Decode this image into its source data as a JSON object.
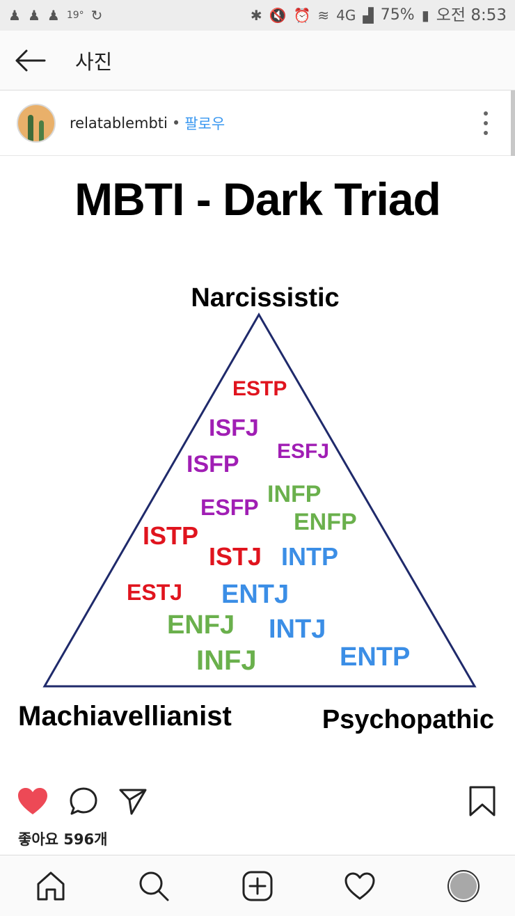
{
  "status_bar": {
    "temperature": "19°",
    "battery": "75%",
    "time": "오전 8:53",
    "network": "4G"
  },
  "app_bar": {
    "title": "사진"
  },
  "post": {
    "username": "relatablembti",
    "separator": "•",
    "follow_label": "팔로우",
    "likes": "좋아요 596개"
  },
  "image": {
    "title": "MBTI - Dark Triad",
    "corner_labels": {
      "top": "Narcissistic",
      "bottom_left": "Machiavellianist",
      "bottom_right": "Psychopathic"
    },
    "types": [
      {
        "label": "ESTP",
        "color": "#e0141e"
      },
      {
        "label": "ISFJ",
        "color": "#a01eb4"
      },
      {
        "label": "ESFJ",
        "color": "#a01eb4"
      },
      {
        "label": "ISFP",
        "color": "#a01eb4"
      },
      {
        "label": "INFP",
        "color": "#6ab04c"
      },
      {
        "label": "ESFP",
        "color": "#a01eb4"
      },
      {
        "label": "ENFP",
        "color": "#6ab04c"
      },
      {
        "label": "ISTP",
        "color": "#e0141e"
      },
      {
        "label": "ISTJ",
        "color": "#e0141e"
      },
      {
        "label": "INTP",
        "color": "#3b8ee6"
      },
      {
        "label": "ESTJ",
        "color": "#e0141e"
      },
      {
        "label": "ENTJ",
        "color": "#3b8ee6"
      },
      {
        "label": "ENFJ",
        "color": "#6ab04c"
      },
      {
        "label": "INTJ",
        "color": "#3b8ee6"
      },
      {
        "label": "ENTP",
        "color": "#3b8ee6"
      },
      {
        "label": "INFJ",
        "color": "#6ab04c"
      }
    ],
    "triangle_color": "#1f2a6b"
  },
  "icons": {
    "like": "heart-icon",
    "comment": "comment-icon",
    "share": "send-icon",
    "save": "bookmark-icon",
    "nav": [
      "home-icon",
      "search-icon",
      "add-post-icon",
      "activity-heart-icon",
      "profile-icon"
    ]
  },
  "colors": {
    "like_red": "#ed4956",
    "follow_blue": "#3897f0"
  }
}
